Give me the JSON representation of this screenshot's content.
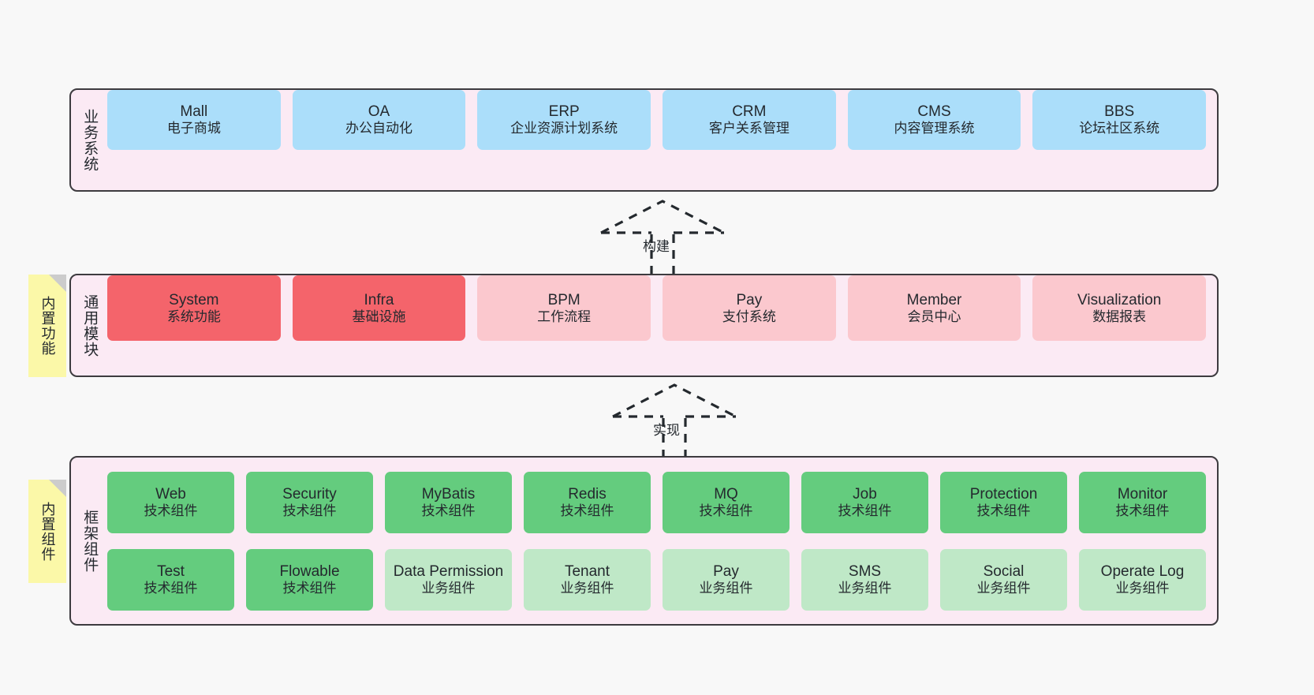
{
  "diagram": {
    "background": "#f8f8f8",
    "layers": [
      {
        "id": "business",
        "title": "业务系统",
        "rows": [
          {
            "nodes": [
              {
                "title": "Mall",
                "sub": "电子商城",
                "color": "#abdefa"
              },
              {
                "title": "OA",
                "sub": "办公自动化",
                "color": "#abdefa"
              },
              {
                "title": "ERP",
                "sub": "企业资源计划系统",
                "color": "#abdefa"
              },
              {
                "title": "CRM",
                "sub": "客户关系管理",
                "color": "#abdefa"
              },
              {
                "title": "CMS",
                "sub": "内容管理系统",
                "color": "#abdefa"
              },
              {
                "title": "BBS",
                "sub": "论坛社区系统",
                "color": "#abdefa"
              }
            ]
          }
        ]
      },
      {
        "id": "common",
        "title": "通用模块",
        "sticky": "内置功能",
        "rows": [
          {
            "nodes": [
              {
                "title": "System",
                "sub": "系统功能",
                "color": "#f4646b"
              },
              {
                "title": "Infra",
                "sub": "基础设施",
                "color": "#f4646b"
              },
              {
                "title": "BPM",
                "sub": "工作流程",
                "color": "#fbc8ce"
              },
              {
                "title": "Pay",
                "sub": "支付系统",
                "color": "#fbc8ce"
              },
              {
                "title": "Member",
                "sub": "会员中心",
                "color": "#fbc8ce"
              },
              {
                "title": "Visualization",
                "sub": "数据报表",
                "color": "#fbc8ce"
              }
            ]
          }
        ]
      },
      {
        "id": "framework",
        "title": "框架组件",
        "sticky": "内置组件",
        "rows": [
          {
            "nodes": [
              {
                "title": "Web",
                "sub": "技术组件",
                "color": "#64cc7e"
              },
              {
                "title": "Security",
                "sub": "技术组件",
                "color": "#64cc7e"
              },
              {
                "title": "MyBatis",
                "sub": "技术组件",
                "color": "#64cc7e"
              },
              {
                "title": "Redis",
                "sub": "技术组件",
                "color": "#64cc7e"
              },
              {
                "title": "MQ",
                "sub": "技术组件",
                "color": "#64cc7e"
              },
              {
                "title": "Job",
                "sub": "技术组件",
                "color": "#64cc7e"
              },
              {
                "title": "Protection",
                "sub": "技术组件",
                "color": "#64cc7e"
              },
              {
                "title": "Monitor",
                "sub": "技术组件",
                "color": "#64cc7e"
              }
            ]
          },
          {
            "nodes": [
              {
                "title": "Test",
                "sub": "技术组件",
                "color": "#64cc7e"
              },
              {
                "title": "Flowable",
                "sub": "技术组件",
                "color": "#64cc7e"
              },
              {
                "title": "Data Permission",
                "sub": "业务组件",
                "color": "#bfe8c7"
              },
              {
                "title": "Tenant",
                "sub": "业务组件",
                "color": "#bfe8c7"
              },
              {
                "title": "Pay",
                "sub": "业务组件",
                "color": "#bfe8c7"
              },
              {
                "title": "SMS",
                "sub": "业务组件",
                "color": "#bfe8c7"
              },
              {
                "title": "Social",
                "sub": "业务组件",
                "color": "#bfe8c7"
              },
              {
                "title": "Operate Log",
                "sub": "业务组件",
                "color": "#bfe8c7"
              }
            ]
          }
        ]
      }
    ],
    "connectors": [
      {
        "id": "build",
        "label": "构建",
        "style": "dashed-generalization-up"
      },
      {
        "id": "impl",
        "label": "实现",
        "style": "dashed-generalization-up"
      }
    ]
  }
}
